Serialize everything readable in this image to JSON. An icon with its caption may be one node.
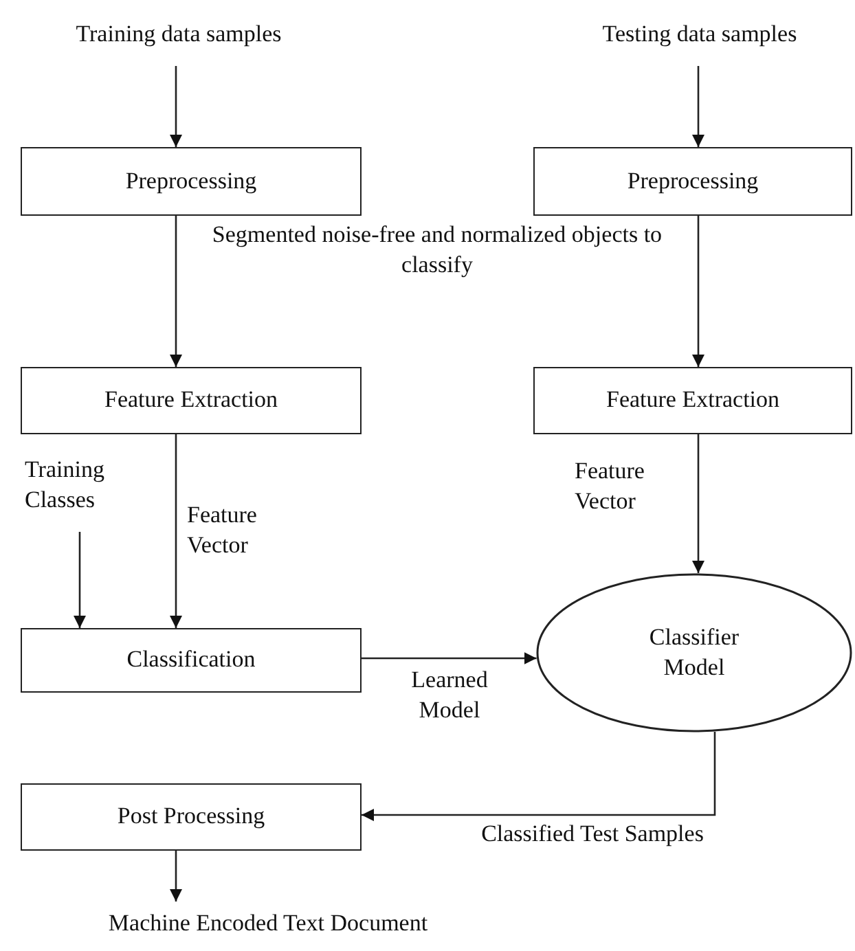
{
  "diagram": {
    "nodes": [
      {
        "text": [
          "Training data samples"
        ]
      },
      {
        "text": [
          "Testing data samples"
        ]
      },
      {
        "text": [
          "Preprocessing"
        ]
      },
      {
        "text": [
          "Preprocessing"
        ]
      },
      {
        "text": [
          "Feature Extraction"
        ]
      },
      {
        "text": [
          "Feature Extraction"
        ]
      },
      {
        "text": [
          "Training Classes"
        ]
      },
      {
        "text": [
          "Classification"
        ]
      },
      {
        "text": [
          "Classifier Model"
        ]
      },
      {
        "text": [
          "Post Processing"
        ]
      },
      {
        "text": [
          "Machine Encoded Text Document"
        ]
      }
    ],
    "edges": [
      {
        "from": 0,
        "to": 2,
        "arrow": "to"
      },
      {
        "from": 1,
        "to": 3,
        "arrow": "to"
      },
      {
        "from": 2,
        "to": 4,
        "arrow": "to"
      },
      {
        "from": 3,
        "to": 5,
        "arrow": "to"
      },
      {
        "from": 4,
        "to": 7,
        "arrow": "to",
        "label": "Feature Vector"
      },
      {
        "from": 6,
        "to": 7,
        "arrow": "to"
      },
      {
        "from": 5,
        "to": 8,
        "arrow": "to",
        "label": "Feature Vector"
      },
      {
        "from": 7,
        "to": 8,
        "arrow": "to",
        "label": "Learned Model"
      },
      {
        "from": 8,
        "to": 9,
        "arrow": "to",
        "label": "Classified Test Samples"
      },
      {
        "from": 9,
        "to": 10,
        "arrow": "to"
      }
    ],
    "labels": [
      "Segmented noise-free and normalized objects to classify"
    ]
  }
}
